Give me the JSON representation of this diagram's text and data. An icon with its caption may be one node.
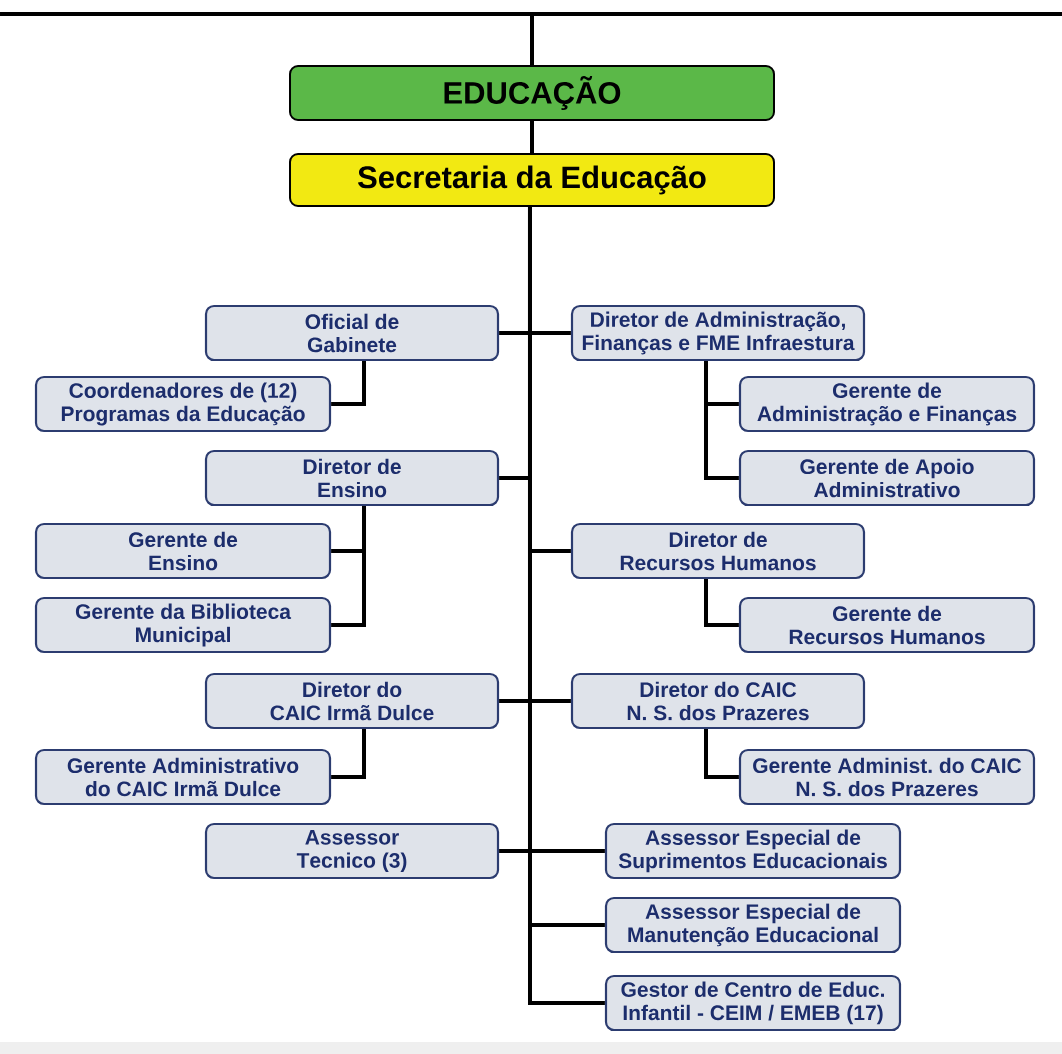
{
  "diagram": {
    "nodes": [
      {
        "text": [
          "EDUCAÇÃO"
        ]
      },
      {
        "text": [
          "Secretaria da Educação"
        ]
      },
      {
        "text": [
          "Oficial de Gabinete"
        ]
      },
      {
        "text": [
          "Diretor de Administração, Finanças e FME Infraestura"
        ]
      },
      {
        "text": [
          "Coordenadores de (12) Programas da Educação"
        ]
      },
      {
        "text": [
          "Gerente de Administração e Finanças"
        ]
      },
      {
        "text": [
          "Diretor de Ensino"
        ]
      },
      {
        "text": [
          "Gerente de Apoio Administrativo"
        ]
      },
      {
        "text": [
          "Gerente de Ensino"
        ]
      },
      {
        "text": [
          "Diretor de Recursos Humanos"
        ]
      },
      {
        "text": [
          "Gerente da Biblioteca Municipal"
        ]
      },
      {
        "text": [
          "Gerente de Recursos Humanos"
        ]
      },
      {
        "text": [
          "Diretor do CAIC Irmã Dulce"
        ]
      },
      {
        "text": [
          "Diretor do CAIC N. S. dos Prazeres"
        ]
      },
      {
        "text": [
          "Gerente Administrativo do CAIC Irmã Dulce"
        ]
      },
      {
        "text": [
          "Gerente Administ. do CAIC N. S. dos Prazeres"
        ]
      },
      {
        "text": [
          "Assessor Tecnico (3)"
        ]
      },
      {
        "text": [
          "Assessor Especial de Suprimentos Educacionais"
        ]
      },
      {
        "text": [
          "Assessor Especial de Manutenção Educacional"
        ]
      },
      {
        "text": [
          "Gestor de Centro de Educ. Infantil - CEIM / EMEB (17)"
        ]
      }
    ],
    "edges": [
      {
        "from": null,
        "to": 0,
        "arrow": "none"
      },
      {
        "from": 0,
        "to": 1,
        "arrow": "none"
      },
      {
        "from": 1,
        "to": 2,
        "arrow": "none"
      },
      {
        "from": 1,
        "to": 3,
        "arrow": "none"
      },
      {
        "from": 2,
        "to": 4,
        "arrow": "none"
      },
      {
        "from": 3,
        "to": 5,
        "arrow": "none"
      },
      {
        "from": 1,
        "to": 6,
        "arrow": "none"
      },
      {
        "from": 3,
        "to": 7,
        "arrow": "none"
      },
      {
        "from": 6,
        "to": 8,
        "arrow": "none"
      },
      {
        "from": 1,
        "to": 9,
        "arrow": "none"
      },
      {
        "from": 6,
        "to": 10,
        "arrow": "none"
      },
      {
        "from": 9,
        "to": 11,
        "arrow": "none"
      },
      {
        "from": 1,
        "to": 12,
        "arrow": "none"
      },
      {
        "from": 1,
        "to": 13,
        "arrow": "none"
      },
      {
        "from": 12,
        "to": 14,
        "arrow": "none"
      },
      {
        "from": 13,
        "to": 15,
        "arrow": "none"
      },
      {
        "from": 1,
        "to": 16,
        "arrow": "none"
      },
      {
        "from": 1,
        "to": 17,
        "arrow": "none"
      },
      {
        "from": 1,
        "to": 18,
        "arrow": "none"
      },
      {
        "from": 1,
        "to": 19,
        "arrow": "none"
      }
    ]
  }
}
